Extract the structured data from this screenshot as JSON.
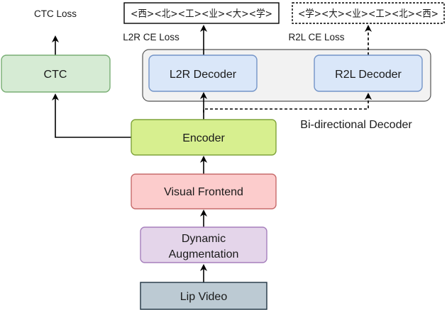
{
  "nodes": {
    "lip_video": "Lip Video",
    "dynamic_augmentation_line1": "Dynamic",
    "dynamic_augmentation_line2": "Augmentation",
    "visual_frontend": "Visual Frontend",
    "encoder": "Encoder",
    "ctc": "CTC",
    "l2r_decoder": "L2R Decoder",
    "r2l_decoder": "R2L Decoder"
  },
  "labels": {
    "ctc_loss": "CTC Loss",
    "l2r_ce_loss": "L2R CE Loss",
    "r2l_ce_loss": "R2L CE Loss",
    "bidirectional_decoder": "Bi-directional Decoder"
  },
  "outputs": {
    "l2r_sequence": "<西><北><工><业><大><学>",
    "r2l_sequence": "<学><大><业><工><北><西>"
  },
  "colors": {
    "lip_video_fill": "#bccad3",
    "augmentation_fill": "#e4d5ea",
    "augmentation_stroke": "#a67fbc",
    "frontend_fill": "#fccccc",
    "frontend_stroke": "#c76b6b",
    "encoder_fill": "#d7ef8f",
    "encoder_stroke": "#7fa43a",
    "ctc_fill": "#d6ebd4",
    "ctc_stroke": "#79ae74",
    "decoder_fill": "#dae7f9",
    "decoder_stroke": "#7394c8",
    "group_fill": "#f2f2f2",
    "group_stroke": "#555555"
  }
}
